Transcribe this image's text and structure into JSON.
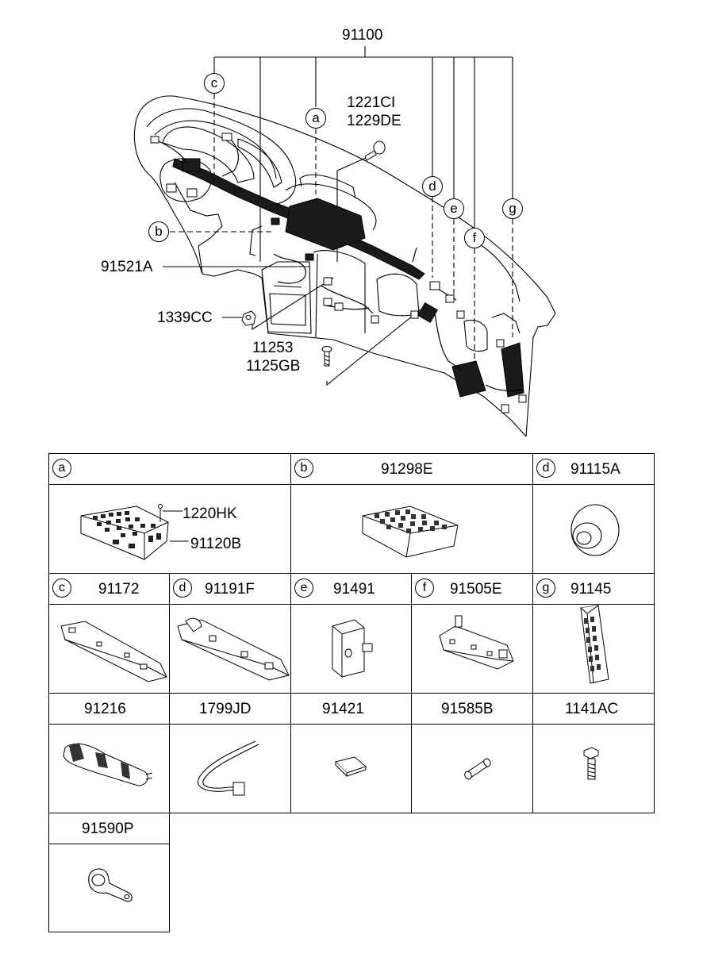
{
  "main_assembly": {
    "part_number": "91100",
    "callouts": [
      "a",
      "b",
      "c",
      "d",
      "e",
      "f",
      "g"
    ],
    "labels": {
      "screw_top_1": "1221CI",
      "screw_top_2": "1229DE",
      "connector_91521a": "91521A",
      "nut_1339cc": "1339CC",
      "screw_bottom_1": "11253",
      "screw_bottom_2": "1125GB"
    }
  },
  "cells": [
    {
      "id": "a",
      "letter": "a",
      "part": "",
      "sub_labels": [
        "1220HK",
        "91120B"
      ]
    },
    {
      "id": "b",
      "letter": "b",
      "part": "91298E"
    },
    {
      "id": "d1",
      "letter": "d",
      "part": "91115A"
    },
    {
      "id": "c",
      "letter": "c",
      "part": "91172"
    },
    {
      "id": "d2",
      "letter": "d",
      "part": "91191F"
    },
    {
      "id": "e",
      "letter": "e",
      "part": "91491"
    },
    {
      "id": "f",
      "letter": "f",
      "part": "91505E"
    },
    {
      "id": "g",
      "letter": "g",
      "part": "91145"
    },
    {
      "id": "r3c1",
      "letter": "",
      "part": "91216"
    },
    {
      "id": "r3c2",
      "letter": "",
      "part": "1799JD"
    },
    {
      "id": "r3c3",
      "letter": "",
      "part": "91421"
    },
    {
      "id": "r3c4",
      "letter": "",
      "part": "91585B"
    },
    {
      "id": "r3c5",
      "letter": "",
      "part": "1141AC"
    },
    {
      "id": "r4c1",
      "letter": "",
      "part": "91590P"
    }
  ]
}
